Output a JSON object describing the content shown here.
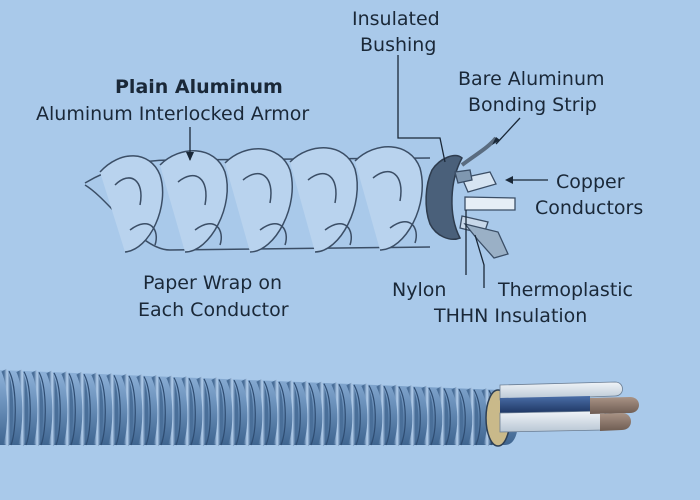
{
  "labels": {
    "plain_aluminum": "Plain Aluminum",
    "interlocked_armor": "Aluminum Interlocked Armor",
    "insulated_line1": "Insulated",
    "insulated_line2": "Bushing",
    "bonding_line1": "Bare Aluminum",
    "bonding_line2": "Bonding Strip",
    "copper_line1": "Copper",
    "copper_line2": "Conductors",
    "paper_line1": "Paper Wrap on",
    "paper_line2": "Each Conductor",
    "nylon": "Nylon",
    "thermo_line1": "Thermoplastic",
    "thermo_line2": "THHN Insulation"
  },
  "colors": {
    "background": "#a9c9ea",
    "line": "#3b4e66",
    "bushing": "#4a607a",
    "cable_armor": "#6a90b8",
    "conductor_copper": "#8a7a70",
    "conductor_blue": "#2a4a80",
    "conductor_white": "#dde6ef",
    "paper_wrap": "#c9b98a"
  }
}
